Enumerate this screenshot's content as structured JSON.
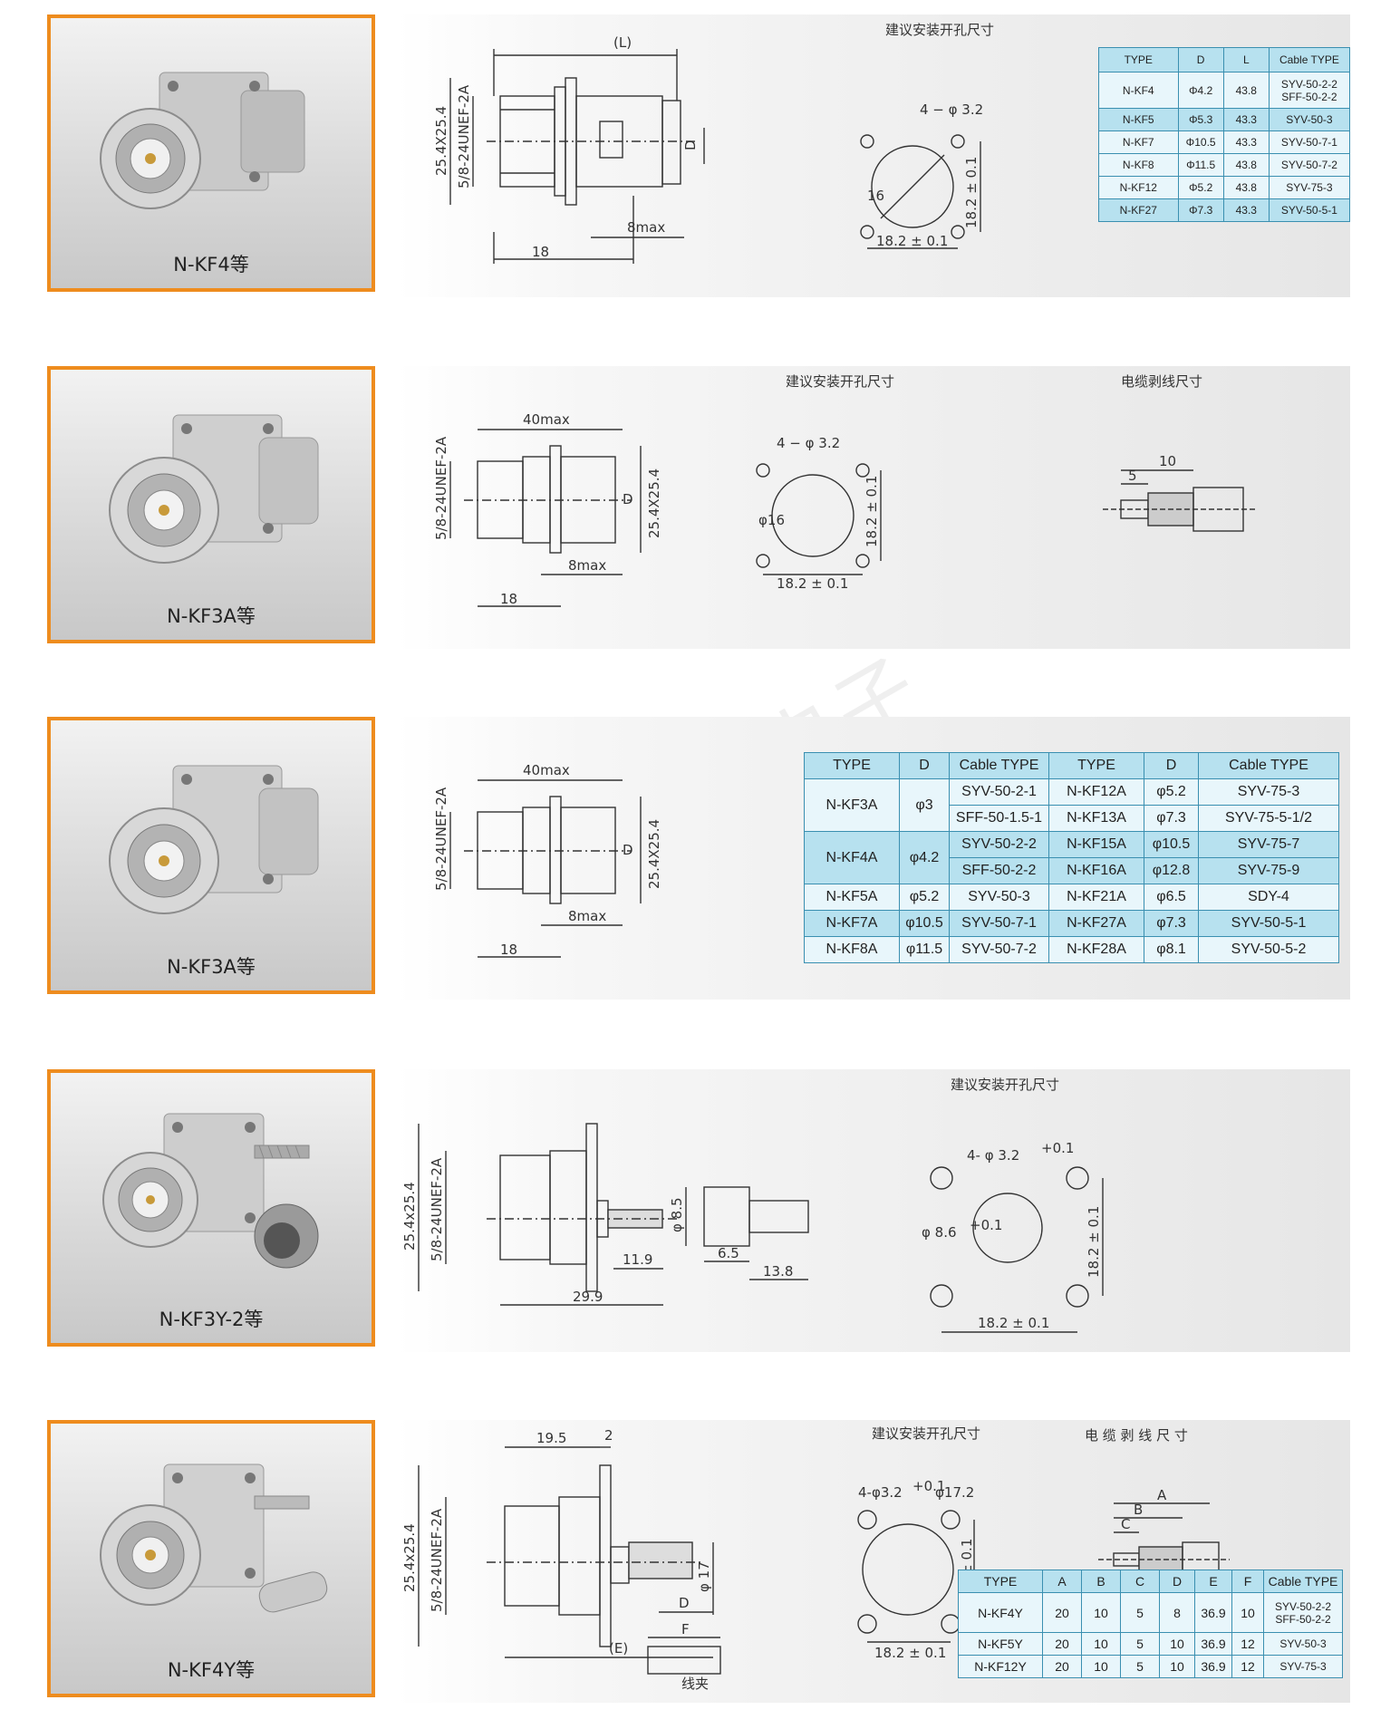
{
  "products": [
    {
      "caption": "N-KF4等"
    },
    {
      "caption": "N-KF3A等"
    },
    {
      "caption": "N-KF3A等"
    },
    {
      "caption": "N-KF3Y-2等"
    },
    {
      "caption": "N-KF4Y等"
    }
  ],
  "labels": {
    "mount_hole": "建议安装开孔尺寸",
    "cable_strip": "电缆剥线尺寸",
    "cable_strip_spaced": "电 缆 剥 线 尺 寸",
    "clamp": "线夹"
  },
  "dims1": {
    "L": "(L)",
    "flange": "25.4X25.4",
    "thread": "5/8-24UNEF-2A",
    "D": "D",
    "max8": "8max",
    "d18": "18",
    "holes": "4 − φ 3.2",
    "d16": "16",
    "tol": "18.2 ± 0.1"
  },
  "dims2": {
    "max40": "40max",
    "thread": "5/8-24UNEF-2A",
    "flange": "25.4X25.4",
    "D": "D",
    "max8": "8max",
    "d18": "18",
    "holes": "4 − φ 3.2",
    "d16": "φ16",
    "tol": "18.2 ± 0.1",
    "s10": "10",
    "s5": "5"
  },
  "dims3": {
    "max40": "40max",
    "thread": "5/8-24UNEF-2A",
    "flange": "25.4X25.4",
    "D": "D",
    "max8": "8max",
    "d18": "18"
  },
  "dims4": {
    "flange": "25.4x25.4",
    "thread": "5/8-24UNEF-2A",
    "phi85": "φ 8.5",
    "d119": "11.9",
    "d65": "6.5",
    "d138": "13.8",
    "d299": "29.9",
    "holes": "4- φ 3.2",
    "holes_sup": "+0.1",
    "phi86": "φ 8.6",
    "phi86_sup": "+0.1",
    "tol": "18.2 ± 0.1"
  },
  "dims5": {
    "d195": "19.5",
    "d2": "2",
    "flange": "25.4x25.4",
    "thread": "5/8-24UNEF-2A",
    "phi17": "φ 17",
    "D": "D",
    "E": "(E)",
    "F": "F",
    "holes": "4-φ3.2",
    "holes_sup": "+0.1",
    "phi172": "φ17.2",
    "tol": "18.2 ± 0.1",
    "A": "A",
    "B": "B",
    "C": "C"
  },
  "table1": {
    "headers": [
      "TYPE",
      "D",
      "L",
      "Cable TYPE"
    ],
    "rows": [
      [
        "N-KF4",
        "Φ4.2",
        "43.8",
        "SYV-50-2-2",
        "SFF-50-2-2"
      ],
      [
        "N-KF5",
        "Φ5.3",
        "43.3",
        "SYV-50-3",
        ""
      ],
      [
        "N-KF7",
        "Φ10.5",
        "43.3",
        "SYV-50-7-1",
        ""
      ],
      [
        "N-KF8",
        "Φ11.5",
        "43.8",
        "SYV-50-7-2",
        ""
      ],
      [
        "N-KF12",
        "Φ5.2",
        "43.8",
        "SYV-75-3",
        ""
      ],
      [
        "N-KF27",
        "Φ7.3",
        "43.3",
        "SYV-50-5-1",
        ""
      ]
    ]
  },
  "table3": {
    "headers": [
      "TYPE",
      "D",
      "Cable TYPE",
      "TYPE",
      "D",
      "Cable TYPE"
    ],
    "left": [
      {
        "type": "N-KF3A",
        "d": "φ3",
        "cables": [
          "SYV-50-2-1",
          "SFF-50-1.5-1"
        ]
      },
      {
        "type": "N-KF4A",
        "d": "φ4.2",
        "cables": [
          "SYV-50-2-2",
          "SFF-50-2-2"
        ]
      },
      {
        "type": "N-KF5A",
        "d": "φ5.2",
        "cables": [
          "SYV-50-3"
        ]
      },
      {
        "type": "N-KF7A",
        "d": "φ10.5",
        "cables": [
          "SYV-50-7-1"
        ]
      },
      {
        "type": "N-KF8A",
        "d": "φ11.5",
        "cables": [
          "SYV-50-7-2"
        ]
      }
    ],
    "right": [
      [
        "N-KF12A",
        "φ5.2",
        "SYV-75-3"
      ],
      [
        "N-KF13A",
        "φ7.3",
        "SYV-75-5-1/2"
      ],
      [
        "N-KF15A",
        "φ10.5",
        "SYV-75-7"
      ],
      [
        "N-KF16A",
        "φ12.8",
        "SYV-75-9"
      ],
      [
        "N-KF21A",
        "φ6.5",
        "SDY-4"
      ],
      [
        "N-KF27A",
        "φ7.3",
        "SYV-50-5-1"
      ],
      [
        "N-KF28A",
        "φ8.1",
        "SYV-50-5-2"
      ]
    ]
  },
  "table5": {
    "headers": [
      "TYPE",
      "A",
      "B",
      "C",
      "D",
      "E",
      "F",
      "Cable TYPE"
    ],
    "rows": [
      [
        "N-KF4Y",
        "20",
        "10",
        "5",
        "8",
        "36.9",
        "10",
        "SYV-50-2-2",
        "SFF-50-2-2"
      ],
      [
        "N-KF5Y",
        "20",
        "10",
        "5",
        "10",
        "36.9",
        "12",
        "SYV-50-3",
        ""
      ],
      [
        "N-KF12Y",
        "20",
        "10",
        "5",
        "10",
        "36.9",
        "12",
        "SYV-75-3",
        ""
      ]
    ]
  },
  "watermark": "西安超航电子"
}
